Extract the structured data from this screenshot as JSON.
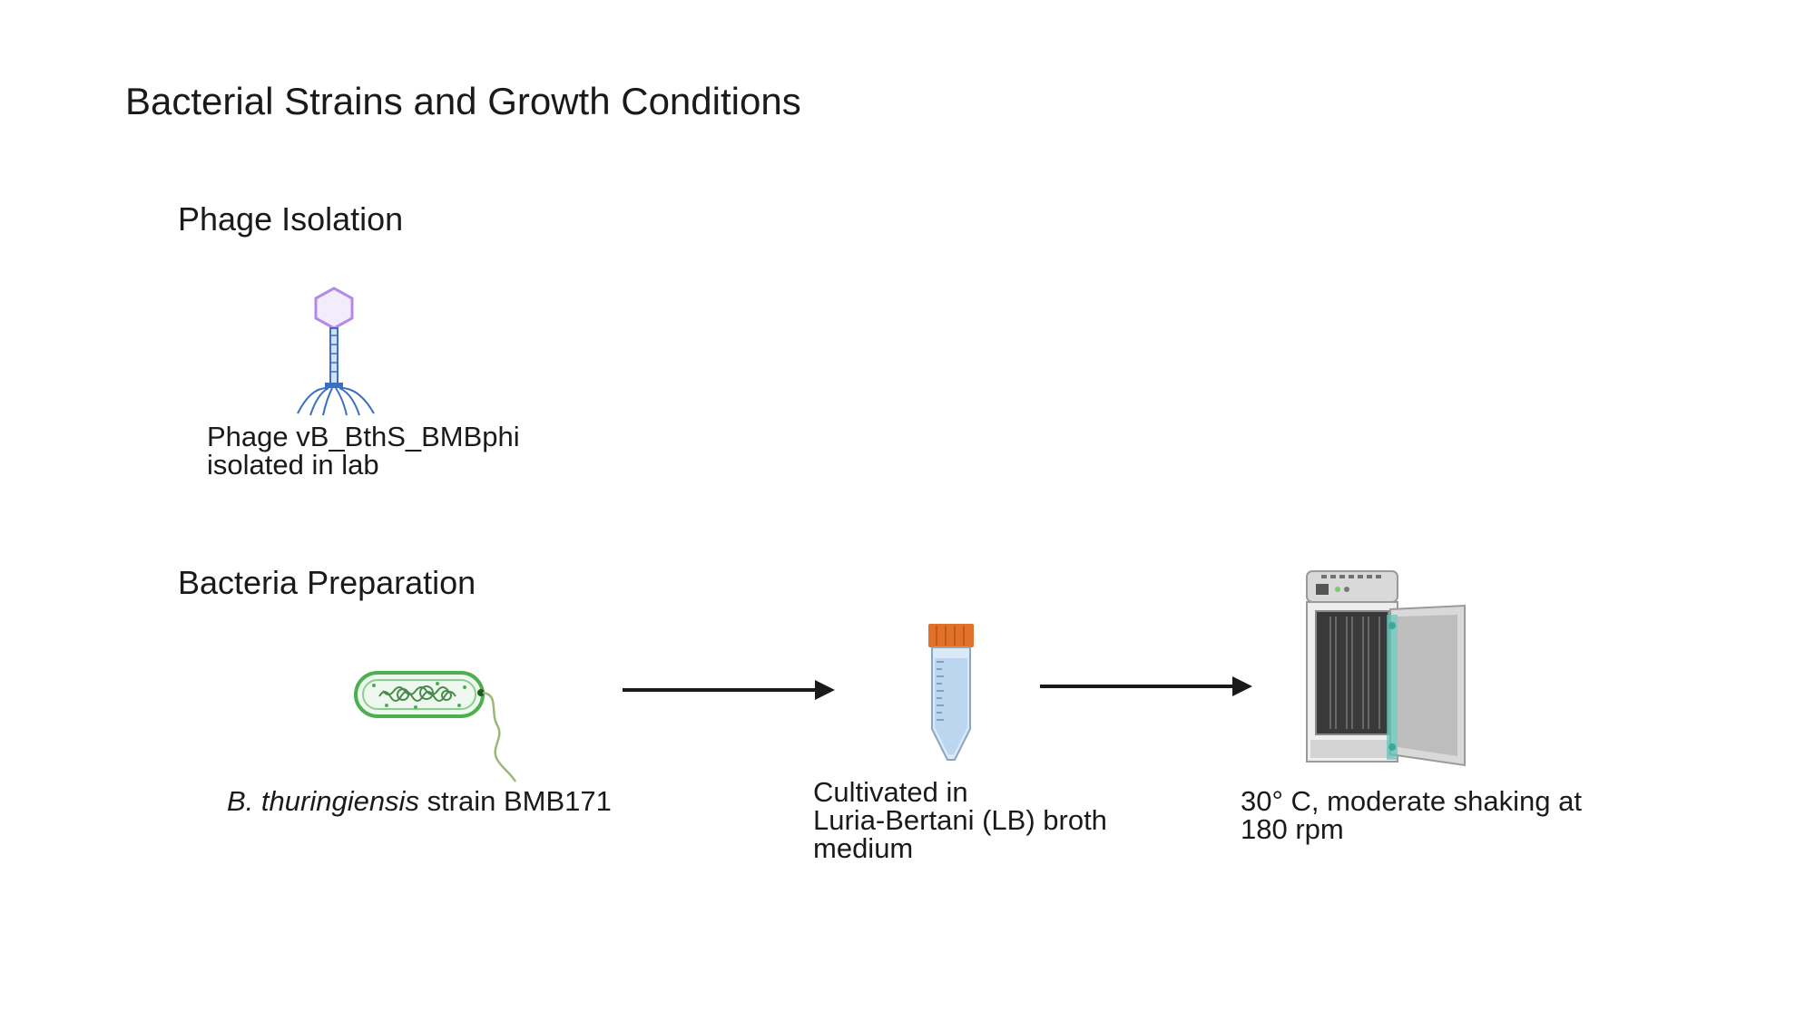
{
  "title": "Bacterial Strains and Growth Conditions",
  "sections": {
    "phage_isolation": {
      "heading": "Phage Isolation",
      "phage_icon": "bacteriophage-icon",
      "caption_line1": "Phage vB_BthS_BMBphi",
      "caption_line2": "isolated in lab"
    },
    "bacteria_preparation": {
      "heading": "Bacteria Preparation",
      "steps": [
        {
          "icon": "bacterium-icon",
          "caption_italic": "B. thuringiensis",
          "caption_rest": " strain BMB171"
        },
        {
          "icon": "centrifuge-tube-icon",
          "caption_line1": "Cultivated in",
          "caption_line2": "Luria-Bertani (LB) broth",
          "caption_line3": "medium"
        },
        {
          "icon": "incubator-shaker-icon",
          "caption_line1": "30° C, moderate shaking at",
          "caption_line2": "180 rpm"
        }
      ],
      "arrow_icon": "right-arrow-icon"
    }
  },
  "colors": {
    "text": "#1a1a1a",
    "phage_head": "#b58ae6",
    "phage_tail": "#3b6fc4",
    "bacterium": "#4caf50",
    "tube_cap": "#e0702a",
    "tube_body": "#cfe3f5",
    "incubator_body": "#e6e6e6",
    "incubator_accent": "#5cc4b8",
    "arrow": "#1a1a1a"
  }
}
